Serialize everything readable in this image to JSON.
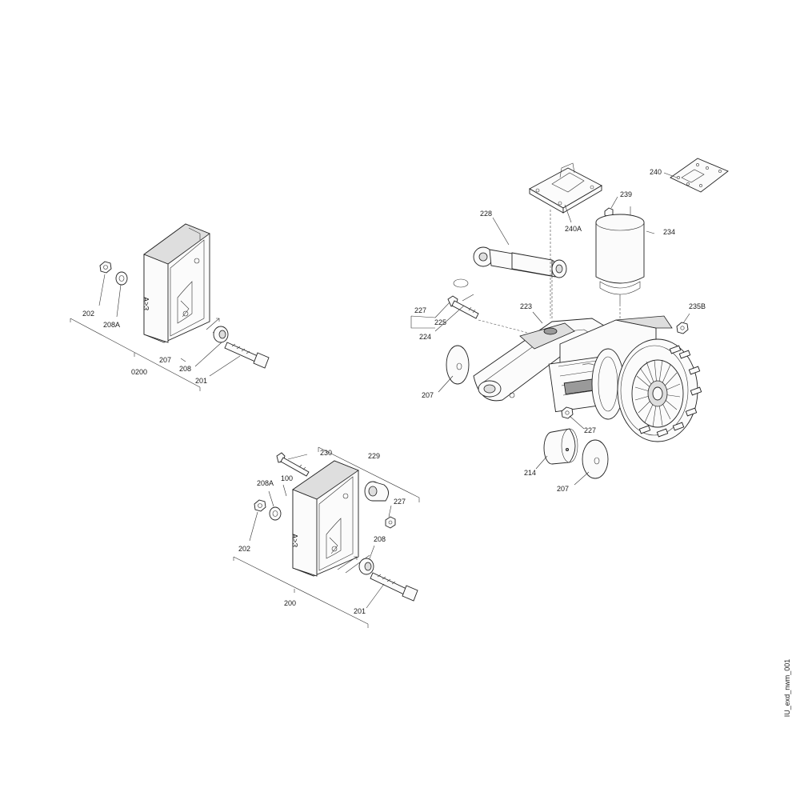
{
  "drawing_id": "IU_exd_nwm_001",
  "callouts": {
    "top_left": {
      "c202": "202",
      "c208A": "208A",
      "c207": "207",
      "c208": "208",
      "c201": "201",
      "c0200": "0200"
    },
    "bottom": {
      "c230": "230",
      "c229": "229",
      "c208A": "208A",
      "c100": "100",
      "c227": "227",
      "c202": "202",
      "c208": "208",
      "c200": "200",
      "c201": "201"
    },
    "assembly": {
      "c228": "228",
      "c240A": "240A",
      "c240": "240",
      "c239": "239",
      "c234": "234",
      "c227a": "227",
      "c225": "225",
      "c224": "224",
      "c223": "223",
      "c235B": "235B",
      "c207a": "207",
      "c227b": "227",
      "c214": "214",
      "c207b": "207"
    }
  }
}
